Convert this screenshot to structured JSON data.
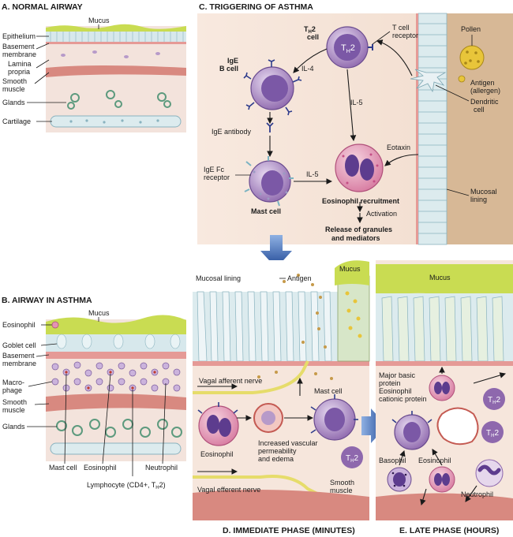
{
  "panel_a": {
    "title": "A. NORMAL AIRWAY",
    "labels": {
      "mucus": "Mucus",
      "epithelium": "Epithelium",
      "basement_membrane_1": "Basement",
      "basement_membrane_2": "membrane",
      "lamina_propria_1": "Lamina",
      "lamina_propria_2": "propria",
      "smooth_muscle_1": "Smooth",
      "smooth_muscle_2": "muscle",
      "glands": "Glands",
      "cartilage": "Cartilage"
    }
  },
  "panel_b": {
    "title": "B. AIRWAY IN ASTHMA",
    "labels": {
      "mucus": "Mucus",
      "eosinophil": "Eosinophil",
      "goblet_cell": "Goblet cell",
      "basement_membrane_1": "Basement",
      "basement_membrane_2": "membrane",
      "macrophage_1": "Macro-",
      "macrophage_2": "phage",
      "smooth_muscle_1": "Smooth",
      "smooth_muscle_2": "muscle",
      "glands": "Glands",
      "mast_cell": "Mast cell",
      "eosinophil_bottom": "Eosinophil",
      "neutrophil": "Neutrophil",
      "lymphocyte": "Lymphocyte (CD4+, T",
      "lymphocyte_sub": "H",
      "lymphocyte_end": "2)"
    }
  },
  "panel_c": {
    "title": "C. TRIGGERING OF ASTHMA",
    "labels": {
      "th2_cell_t": "T",
      "th2_cell_sub": "H",
      "th2_cell_rest": "2",
      "th2_cell_word": "cell",
      "th2_inside_t": "T",
      "th2_inside_sub": "H",
      "th2_inside_rest": "2",
      "t_cell_receptor_1": "T cell",
      "t_cell_receptor_2": "receptor",
      "pollen": "Pollen",
      "antigen_1": "Antigen",
      "antigen_2": "(allergen)",
      "dendritic_1": "Dendritic",
      "dendritic_2": "cell",
      "ige_b_cell_1": "IgE",
      "ige_b_cell_2": "B cell",
      "il4": "IL-4",
      "il5_top": "IL-5",
      "ige_antibody": "IgE antibody",
      "ige_fc_1": "IgE Fc",
      "ige_fc_2": "receptor",
      "il5_mid": "IL-5",
      "eotaxin": "Eotaxin",
      "mast_cell": "Mast cell",
      "eos_recruitment": "Eosinophil recruitment",
      "activation": "Activation",
      "release_1": "Release of granules",
      "release_2": "and mediators",
      "mucosal_lining_1": "Mucosal",
      "mucosal_lining_2": "lining"
    }
  },
  "panel_d": {
    "title": "D. IMMEDIATE PHASE (MINUTES)",
    "labels": {
      "mucosal_lining": "Mucosal lining",
      "antigen": "Antigen",
      "mucus": "Mucus",
      "vagal_afferent": "Vagal afferent nerve",
      "mast_cell": "Mast cell",
      "eosinophil": "Eosinophil",
      "vascular_1": "Increased vascular",
      "vascular_2": "permeability",
      "vascular_3": "and edema",
      "th2_t": "T",
      "th2_sub": "H",
      "th2_rest": "2",
      "vagal_efferent": "Vagal efferent nerve",
      "smooth_muscle_1": "Smooth",
      "smooth_muscle_2": "muscle"
    }
  },
  "panel_e": {
    "title": "E. LATE PHASE (HOURS)",
    "labels": {
      "mucus": "Mucus",
      "mbp_1": "Major basic",
      "mbp_2": "protein",
      "ecp_1": "Eosinophil",
      "ecp_2": "cationic protein",
      "th2_a_t": "T",
      "th2_a_sub": "H",
      "th2_a_rest": "2",
      "th2_b_t": "T",
      "th2_b_sub": "H",
      "th2_b_rest": "2",
      "basophil": "Basophil",
      "eosinophil": "Eosinophil",
      "neutrophil": "Neutrophil"
    }
  },
  "colors": {
    "mucus": "#c9dc52",
    "epithelium": "#d7e8ec",
    "basement": "#e59a96",
    "lamina": "#f3e3dc",
    "muscle": "#d88980",
    "cell_purple": "#9b77b8",
    "nucleus": "#5d3c8e",
    "eosinophil_pink": "#e493b4",
    "bg_tissue": "#f6e6dc",
    "arrow_blue": "#2e57a7"
  }
}
